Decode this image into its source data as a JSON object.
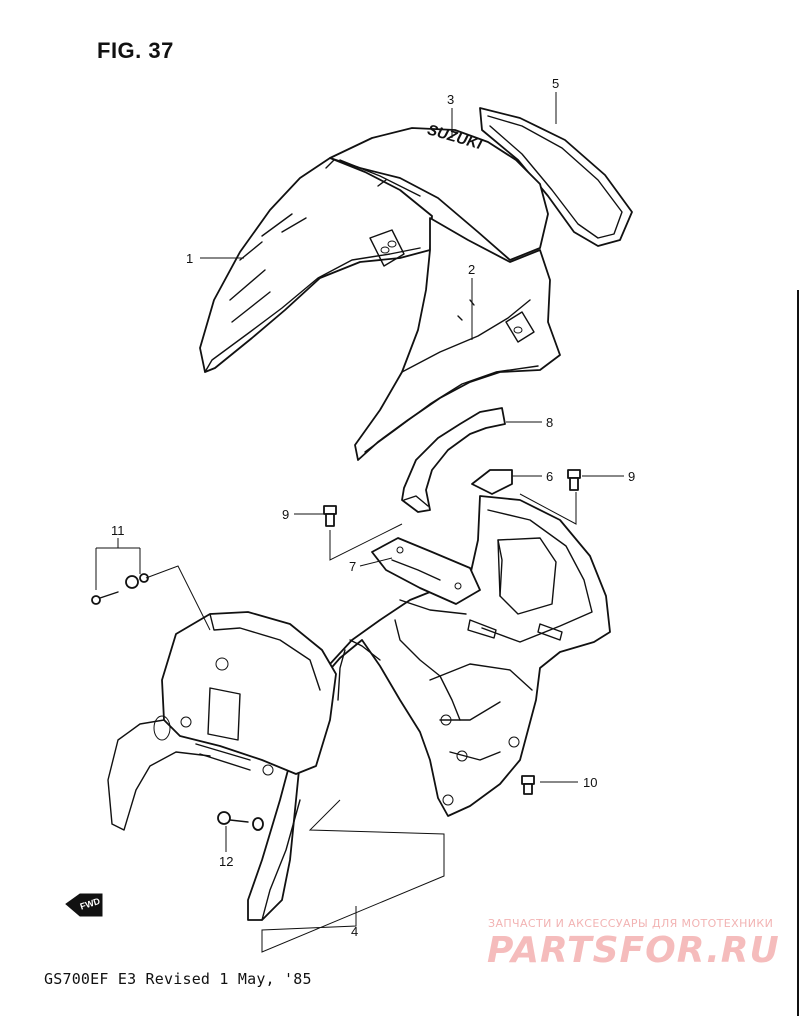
{
  "figure": {
    "title": "FIG. 37"
  },
  "footer": {
    "model": "GS700EF E3",
    "revision": "Revised 1 May, '85"
  },
  "fwd_badge": {
    "label": "FWD"
  },
  "cowl_logo": {
    "text": "SUZUKI"
  },
  "watermark": {
    "tagline": "ЗАПЧАСТИ И АКСЕССУАРЫ ДЛЯ МОТОТЕХНИКИ",
    "brand": "PARTSFOR.RU",
    "color": "#f5bcbc"
  },
  "callouts": [
    {
      "number": "1"
    },
    {
      "number": "2"
    },
    {
      "number": "3"
    },
    {
      "number": "4"
    },
    {
      "number": "5"
    },
    {
      "number": "6"
    },
    {
      "number": "7"
    },
    {
      "number": "8"
    },
    {
      "number": "9"
    },
    {
      "number": "9"
    },
    {
      "number": "10"
    },
    {
      "number": "11"
    },
    {
      "number": "12"
    }
  ]
}
